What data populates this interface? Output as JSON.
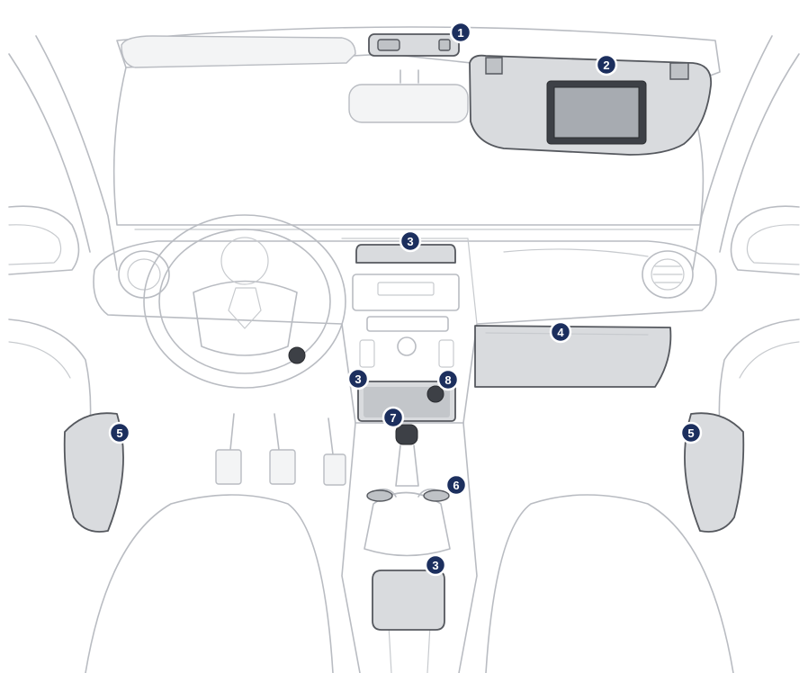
{
  "markers": [
    {
      "id": "m1a",
      "label": "1"
    },
    {
      "id": "m2a",
      "label": "2"
    },
    {
      "id": "m3a",
      "label": "3"
    },
    {
      "id": "m3b",
      "label": "3"
    },
    {
      "id": "m3c",
      "label": "3"
    },
    {
      "id": "m4a",
      "label": "4"
    },
    {
      "id": "m5a",
      "label": "5"
    },
    {
      "id": "m5b",
      "label": "5"
    },
    {
      "id": "m6a",
      "label": "6"
    },
    {
      "id": "m7a",
      "label": "7"
    },
    {
      "id": "m8a",
      "label": "8"
    }
  ],
  "colors": {
    "marker_fill": "#1c2f5e",
    "highlight_fill": "#d9dbde",
    "outline": "#b9bcc2"
  }
}
